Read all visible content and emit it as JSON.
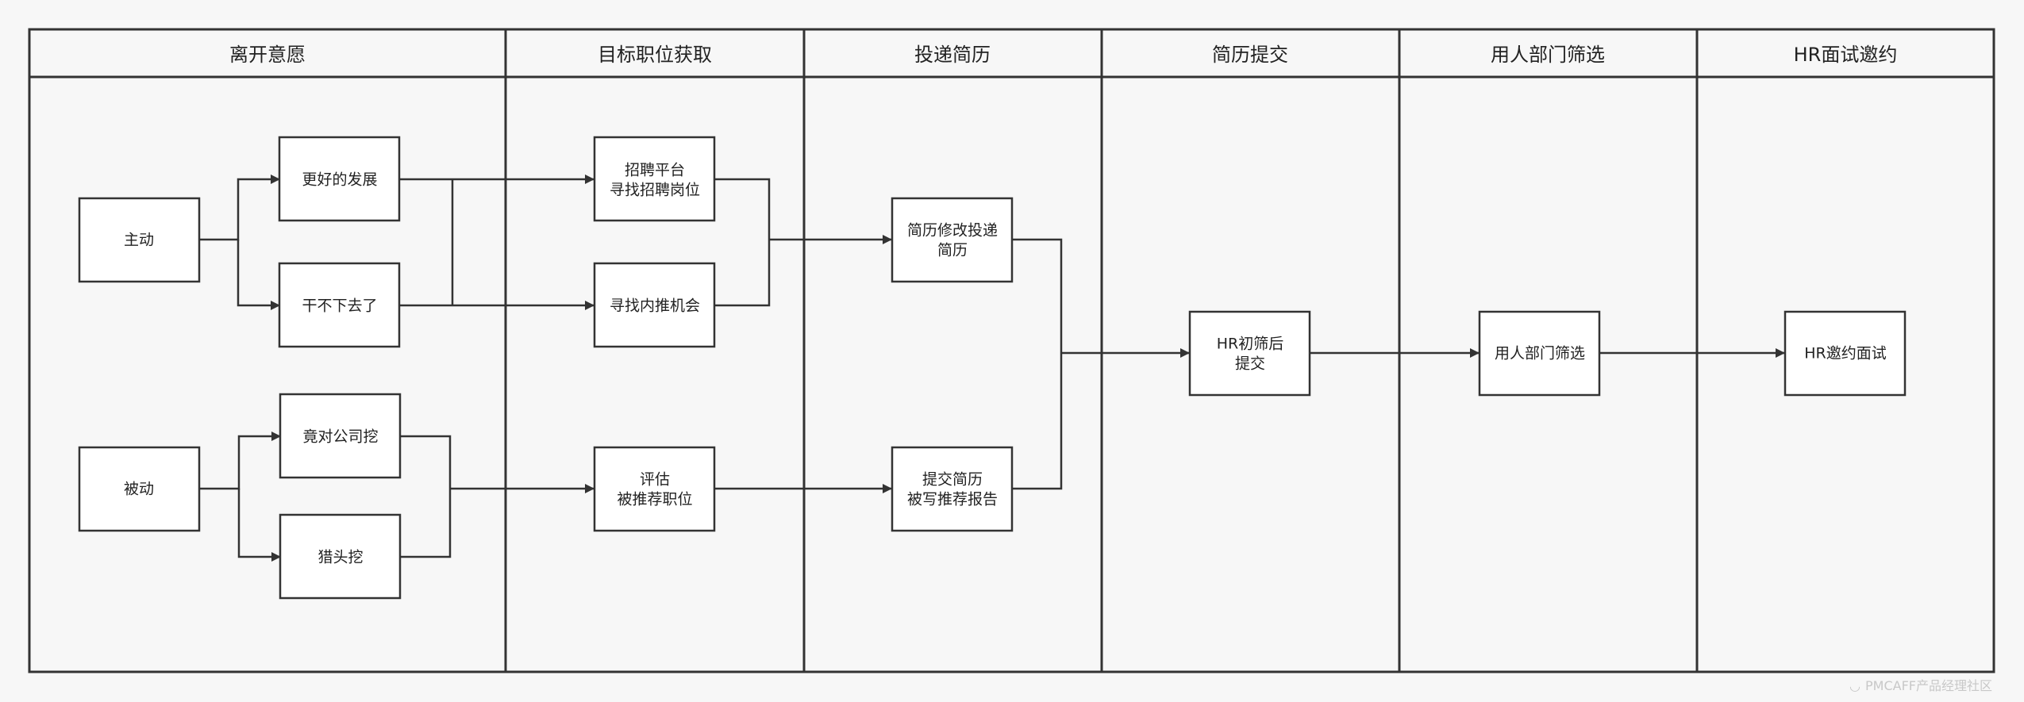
{
  "lanes": [
    {
      "id": "leave",
      "title": "离开意愿"
    },
    {
      "id": "target",
      "title": "目标职位获取"
    },
    {
      "id": "apply",
      "title": "投递简历"
    },
    {
      "id": "submit",
      "title": "简历提交"
    },
    {
      "id": "dept",
      "title": "用人部门筛选"
    },
    {
      "id": "hr",
      "title": "HR面试邀约"
    }
  ],
  "nodes": {
    "active": {
      "lines": [
        "主动"
      ]
    },
    "passive": {
      "lines": [
        "被动"
      ]
    },
    "better_dev": {
      "lines": [
        "更好的发展"
      ]
    },
    "cant_continue": {
      "lines": [
        "干不下去了"
      ]
    },
    "competitor": {
      "lines": [
        "竟对公司挖"
      ]
    },
    "headhunter": {
      "lines": [
        "猎头挖"
      ]
    },
    "job_platform": {
      "lines": [
        "招聘平台",
        "寻找招聘岗位"
      ]
    },
    "referral": {
      "lines": [
        "寻找内推机会"
      ]
    },
    "evaluate": {
      "lines": [
        "评估",
        "被推荐职位"
      ]
    },
    "resume_modify": {
      "lines": [
        "简历修改投递",
        "简历"
      ]
    },
    "submit_report": {
      "lines": [
        "提交简历",
        "被写推荐报告"
      ]
    },
    "hr_screen": {
      "lines": [
        "HR初筛后",
        "提交"
      ]
    },
    "dept_screen": {
      "lines": [
        "用人部门筛选"
      ]
    },
    "hr_invite": {
      "lines": [
        "HR邀约面试"
      ]
    }
  },
  "edges": [
    {
      "from": "active",
      "to": "better_dev"
    },
    {
      "from": "active",
      "to": "cant_continue"
    },
    {
      "from": "passive",
      "to": "competitor"
    },
    {
      "from": "passive",
      "to": "headhunter"
    },
    {
      "from": "better_dev",
      "to": "job_platform"
    },
    {
      "from": "better_dev",
      "to": "referral"
    },
    {
      "from": "cant_continue",
      "to": "job_platform"
    },
    {
      "from": "cant_continue",
      "to": "referral"
    },
    {
      "from": "competitor",
      "to": "evaluate"
    },
    {
      "from": "headhunter",
      "to": "evaluate"
    },
    {
      "from": "job_platform",
      "to": "resume_modify"
    },
    {
      "from": "referral",
      "to": "resume_modify"
    },
    {
      "from": "evaluate",
      "to": "submit_report"
    },
    {
      "from": "resume_modify",
      "to": "hr_screen"
    },
    {
      "from": "submit_report",
      "to": "hr_screen"
    },
    {
      "from": "hr_screen",
      "to": "dept_screen"
    },
    {
      "from": "dept_screen",
      "to": "hr_invite"
    }
  ],
  "colors": {
    "stroke": "#333333",
    "node_fill": "#ffffff",
    "lane_fill": "#f7f7f7",
    "text": "#222222"
  },
  "watermark": "PMCAFF产品经理社区"
}
